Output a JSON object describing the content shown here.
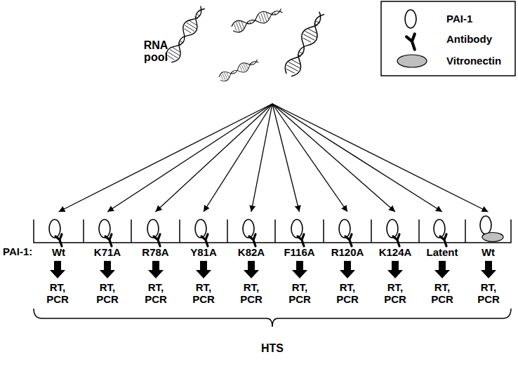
{
  "diagram": {
    "nodes": [
      {
        "text": [
          "RNA pool"
        ]
      },
      {
        "text": [
          "Wt"
        ]
      },
      {
        "text": [
          "K71A"
        ]
      },
      {
        "text": [
          "R78A"
        ]
      },
      {
        "text": [
          "Y81A"
        ]
      },
      {
        "text": [
          "K82A"
        ]
      },
      {
        "text": [
          "F116A"
        ]
      },
      {
        "text": [
          "R120A"
        ]
      },
      {
        "text": [
          "K124A"
        ]
      },
      {
        "text": [
          "Latent"
        ]
      },
      {
        "text": [
          "Wt"
        ]
      }
    ],
    "edges": [
      {
        "from": 0,
        "to": 1,
        "arrow": "to"
      },
      {
        "from": 0,
        "to": 2,
        "arrow": "to"
      },
      {
        "from": 0,
        "to": 3,
        "arrow": "to"
      },
      {
        "from": 0,
        "to": 4,
        "arrow": "to"
      },
      {
        "from": 0,
        "to": 5,
        "arrow": "to"
      },
      {
        "from": 0,
        "to": 6,
        "arrow": "to"
      },
      {
        "from": 0,
        "to": 7,
        "arrow": "to"
      },
      {
        "from": 0,
        "to": 8,
        "arrow": "to"
      },
      {
        "from": 0,
        "to": 9,
        "arrow": "to"
      },
      {
        "from": 0,
        "to": 10,
        "arrow": "to"
      }
    ],
    "labels": [
      "PAI-1:",
      "RT, PCR",
      "RT, PCR",
      "RT, PCR",
      "RT, PCR",
      "RT, PCR",
      "RT, PCR",
      "RT, PCR",
      "RT, PCR",
      "RT, PCR",
      "RT, PCR",
      "HTS"
    ],
    "legend": [
      {
        "text": "PAI-1"
      },
      {
        "text": "Antibody"
      },
      {
        "text": "Vitronectin"
      }
    ]
  }
}
